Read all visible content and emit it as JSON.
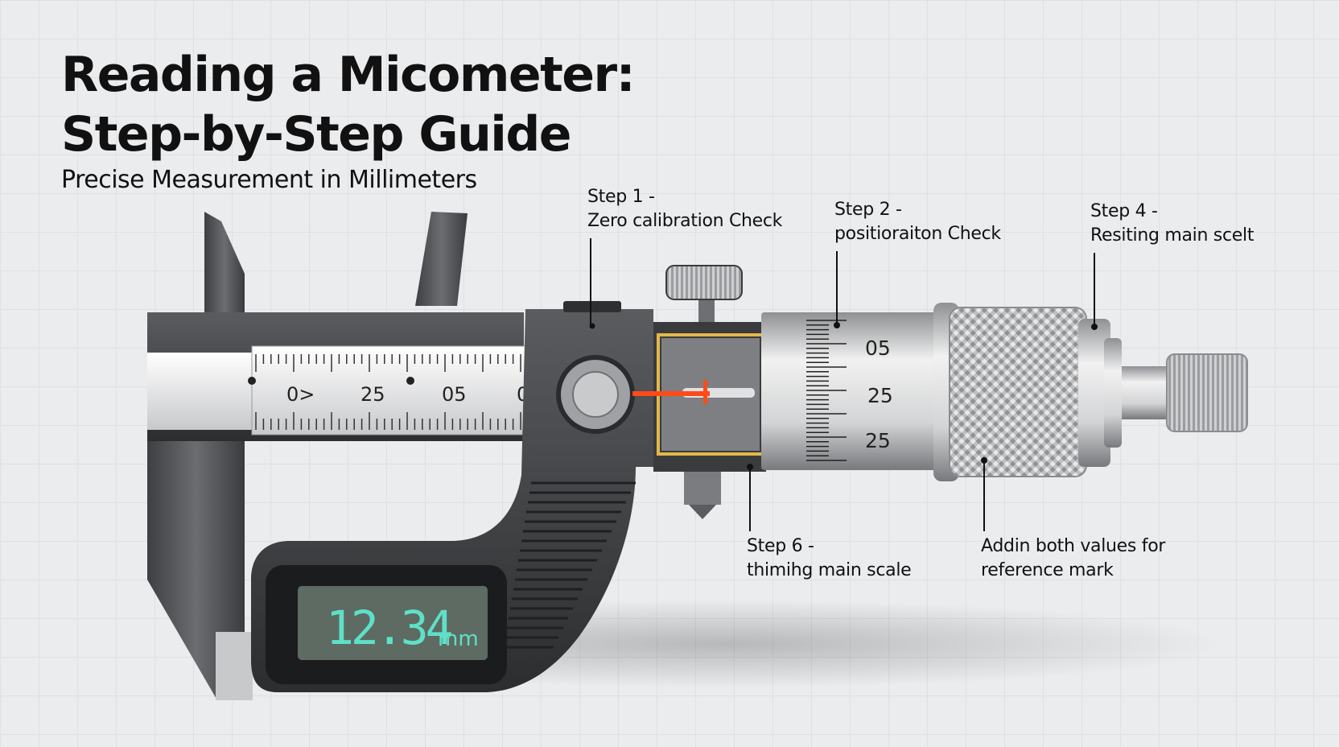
{
  "title": {
    "line1": "Reading a Micometer:",
    "line2": "Step-by-Step Guide"
  },
  "subtitle": "Precise Measurement in Millimeters",
  "steps": {
    "step1": {
      "heading": "Step 1 -",
      "text": "Zero calibration Check"
    },
    "step2": {
      "heading": "Step 2 -",
      "text": "positioraiton Check"
    },
    "step4": {
      "heading": "Step 4 -",
      "text": "Resiting main scelt"
    },
    "step6": {
      "heading": "Step 6 -",
      "text": "thimihg main scale"
    },
    "add": {
      "line1": "Addin both values for",
      "line2": "reference mark"
    }
  },
  "sleeve_scale": {
    "labels": [
      "0>",
      "25",
      "05",
      "0"
    ]
  },
  "thimble_scale": {
    "labels": [
      "05",
      "25",
      "25"
    ]
  },
  "display": {
    "reading": "12.34",
    "unit": "mm"
  },
  "colors": {
    "lcd_text": "#5fe0c8",
    "lcd_bg": "#5d6b62",
    "indicator": "#ff4a1a",
    "window_frame": "#e3b84a"
  }
}
